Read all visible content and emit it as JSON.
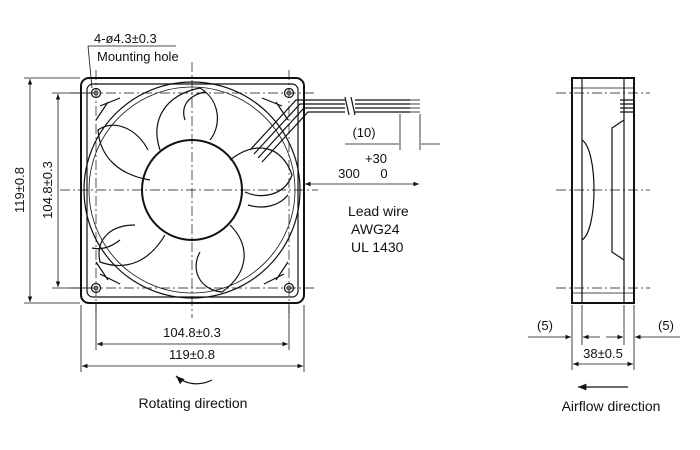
{
  "front_view": {
    "hole_callout": "4-ø4.3±0.3",
    "hole_label": "Mounting hole",
    "outer_height": "119±0.8",
    "inner_height": "104.8±0.3",
    "inner_width": "104.8±0.3",
    "outer_width": "119±0.8",
    "rotation_label": "Rotating direction"
  },
  "lead_wire": {
    "strip_length": "(10)",
    "tolerance": "+30",
    "length": "300",
    "tolerance_lower": "0",
    "title": "Lead wire",
    "gauge": "AWG24",
    "standard": "UL 1430"
  },
  "side_view": {
    "left_flange": "(5)",
    "right_flange": "(5)",
    "depth": "38±0.5",
    "airflow_label": "Airflow direction"
  }
}
